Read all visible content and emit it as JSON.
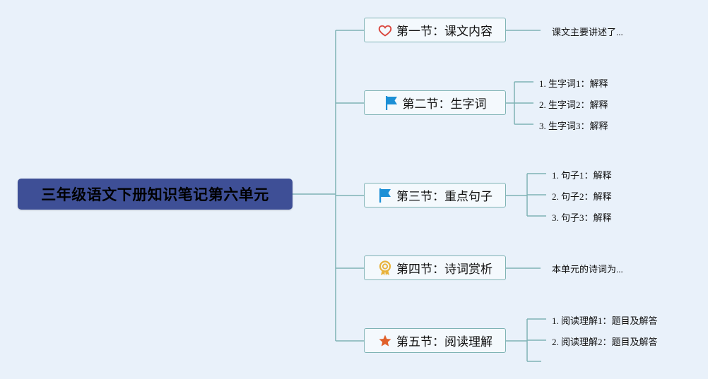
{
  "root": {
    "title": "三年级语文下册知识笔记第六单元"
  },
  "sections": [
    {
      "title": "第一节：课文内容",
      "icon": "heart-icon",
      "color": "#d9433a",
      "notes": [
        "课文主要讲述了..."
      ]
    },
    {
      "title": "第二节：生字词",
      "icon": "flag-icon",
      "color": "#1b8fd6",
      "notes": [
        "1. 生字词1：解释",
        "2. 生字词2：解释",
        "3. 生字词3：解释"
      ]
    },
    {
      "title": "第三节：重点句子",
      "icon": "flag-icon",
      "color": "#1b8fd6",
      "notes": [
        "1. 句子1：解释",
        "2. 句子2：解释",
        "3. 句子3：解释"
      ]
    },
    {
      "title": "第四节：诗词赏析",
      "icon": "medal-icon",
      "color": "#e8b23a",
      "notes": [
        "本单元的诗词为..."
      ]
    },
    {
      "title": "第五节：阅读理解",
      "icon": "star-icon",
      "color": "#e0602a",
      "notes": [
        "1. 阅读理解1：题目及解答",
        "2. 阅读理解2：题目及解答",
        ""
      ]
    }
  ],
  "colors": {
    "background": "#e9f1fa",
    "root_fill": "#3e4f96",
    "line": "#7fb3b5"
  }
}
